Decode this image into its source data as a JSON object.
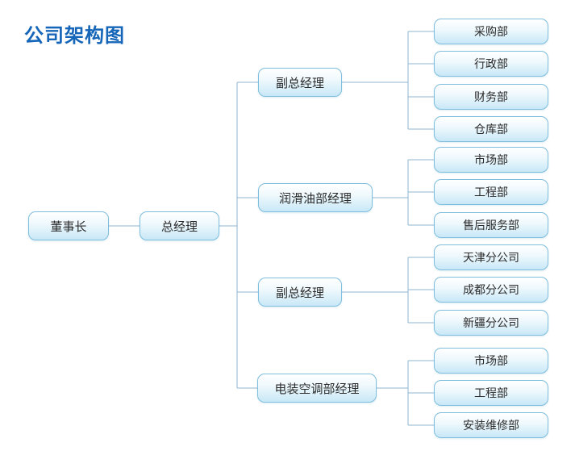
{
  "title": "公司架构图",
  "colors": {
    "title_blue": "#1565b8",
    "box_border": "#7fbedd",
    "box_gradient_top": "#ffffff",
    "box_gradient_bottom": "#c8e8f7",
    "connector_line": "#8fb5d2",
    "text": "#2b2b2b"
  },
  "org": {
    "chairman": {
      "label": "董事长"
    },
    "general_manager": {
      "label": "总经理"
    },
    "managers": [
      {
        "label": "副总经理",
        "children": [
          "采购部",
          "行政部",
          "财务部",
          "仓库部"
        ]
      },
      {
        "label": "润滑油部经理",
        "children": [
          "市场部",
          "工程部",
          "售后服务部"
        ]
      },
      {
        "label": "副总经理",
        "children": [
          "天津分公司",
          "成都分公司",
          "新疆分公司"
        ]
      },
      {
        "label": "电装空调部经理",
        "children": [
          "市场部",
          "工程部",
          "安装维修部"
        ]
      }
    ]
  }
}
